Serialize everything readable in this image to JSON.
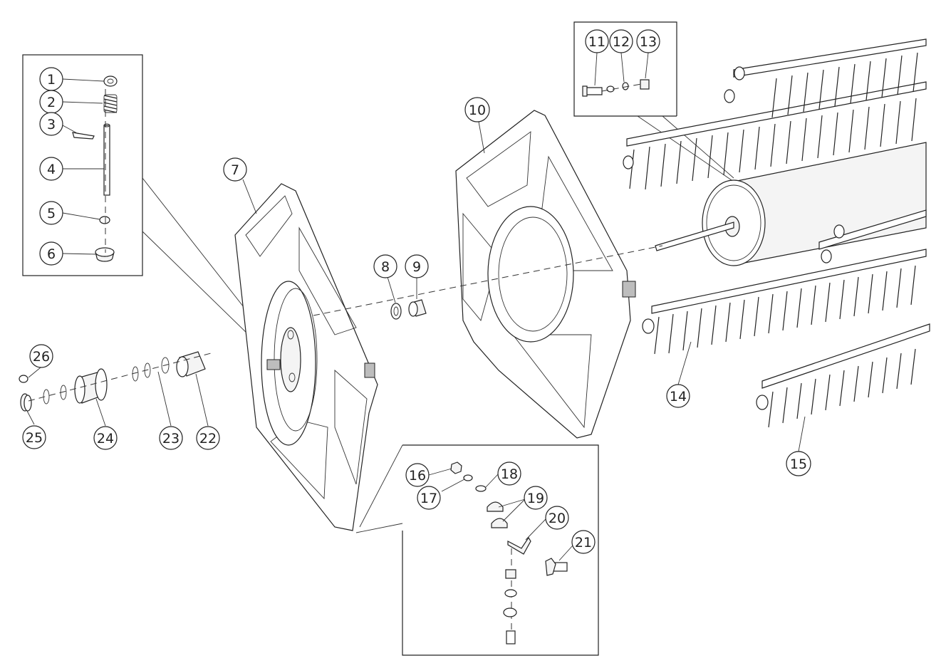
{
  "diagram": {
    "labels": [
      {
        "n": "1"
      },
      {
        "n": "2"
      },
      {
        "n": "3"
      },
      {
        "n": "4"
      },
      {
        "n": "5"
      },
      {
        "n": "6"
      },
      {
        "n": "7"
      },
      {
        "n": "8"
      },
      {
        "n": "9"
      },
      {
        "n": "10"
      },
      {
        "n": "11"
      },
      {
        "n": "12"
      },
      {
        "n": "13"
      },
      {
        "n": "14"
      },
      {
        "n": "15"
      },
      {
        "n": "16"
      },
      {
        "n": "17"
      },
      {
        "n": "18"
      },
      {
        "n": "19"
      },
      {
        "n": "20"
      },
      {
        "n": "21"
      },
      {
        "n": "22"
      },
      {
        "n": "23"
      },
      {
        "n": "24"
      },
      {
        "n": "25"
      },
      {
        "n": "26"
      }
    ]
  }
}
